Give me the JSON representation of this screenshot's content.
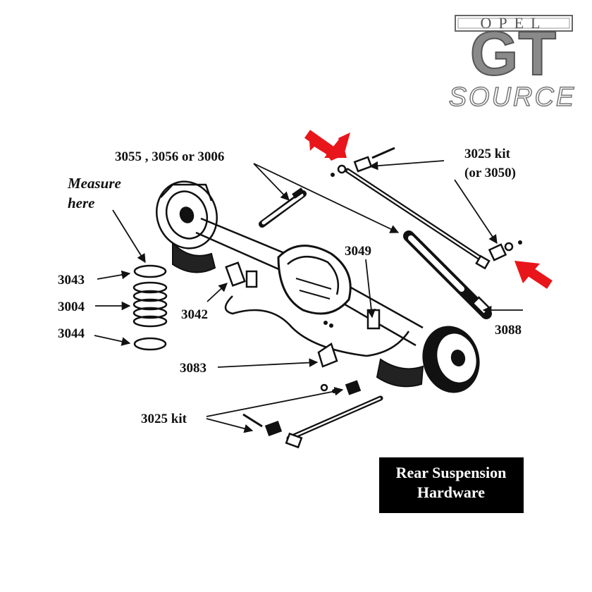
{
  "logo": {
    "brand_top": "OPEL",
    "brand_mid": "GT",
    "brand_bottom": "SOURCE"
  },
  "title_box": {
    "line1": "Rear Suspension",
    "line2": "Hardware"
  },
  "labels": {
    "shocks": "3055 , 3056 or 3006",
    "measure_line1": "Measure",
    "measure_line2": "here",
    "kit_upper_line1": "3025 kit",
    "kit_upper_line2": "(or 3050)",
    "kit_lower": "3025 kit",
    "p3043": "3043",
    "p3004": "3004",
    "p3044": "3044",
    "p3042": "3042",
    "p3049": "3049",
    "p3088": "3088",
    "p3083": "3083"
  },
  "colors": {
    "highlight_arrow": "#e8161b",
    "title_box_bg": "#000000",
    "title_box_text": "#ffffff"
  }
}
